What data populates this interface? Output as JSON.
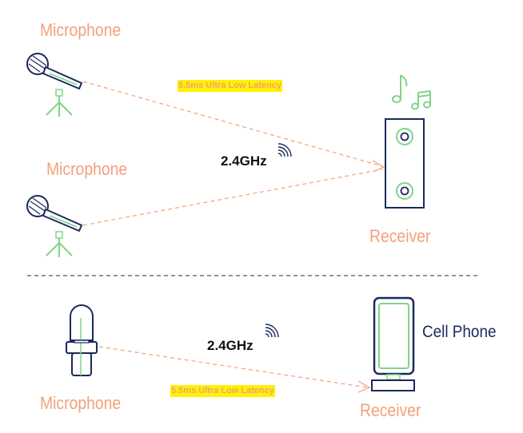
{
  "top": {
    "mic1_label": "Microphone",
    "mic2_label": "Microphone",
    "latency_label": "5.5ms Ultra Low Latency",
    "frequency_label": "2.4GHz",
    "receiver_label": "Receiver"
  },
  "bottom": {
    "frequency_label": "2.4GHz",
    "latency_label": "5.5ms Ultra Low Latency",
    "mic_label": "Microphone",
    "receiver_label": "Receiver",
    "phone_label": "Cell Phone"
  },
  "colors": {
    "label_orange": "#f4a07a",
    "line_orange": "#f4a07a",
    "navy": "#1b2a5b",
    "green": "#7fd58a",
    "highlight": "#fff200"
  }
}
